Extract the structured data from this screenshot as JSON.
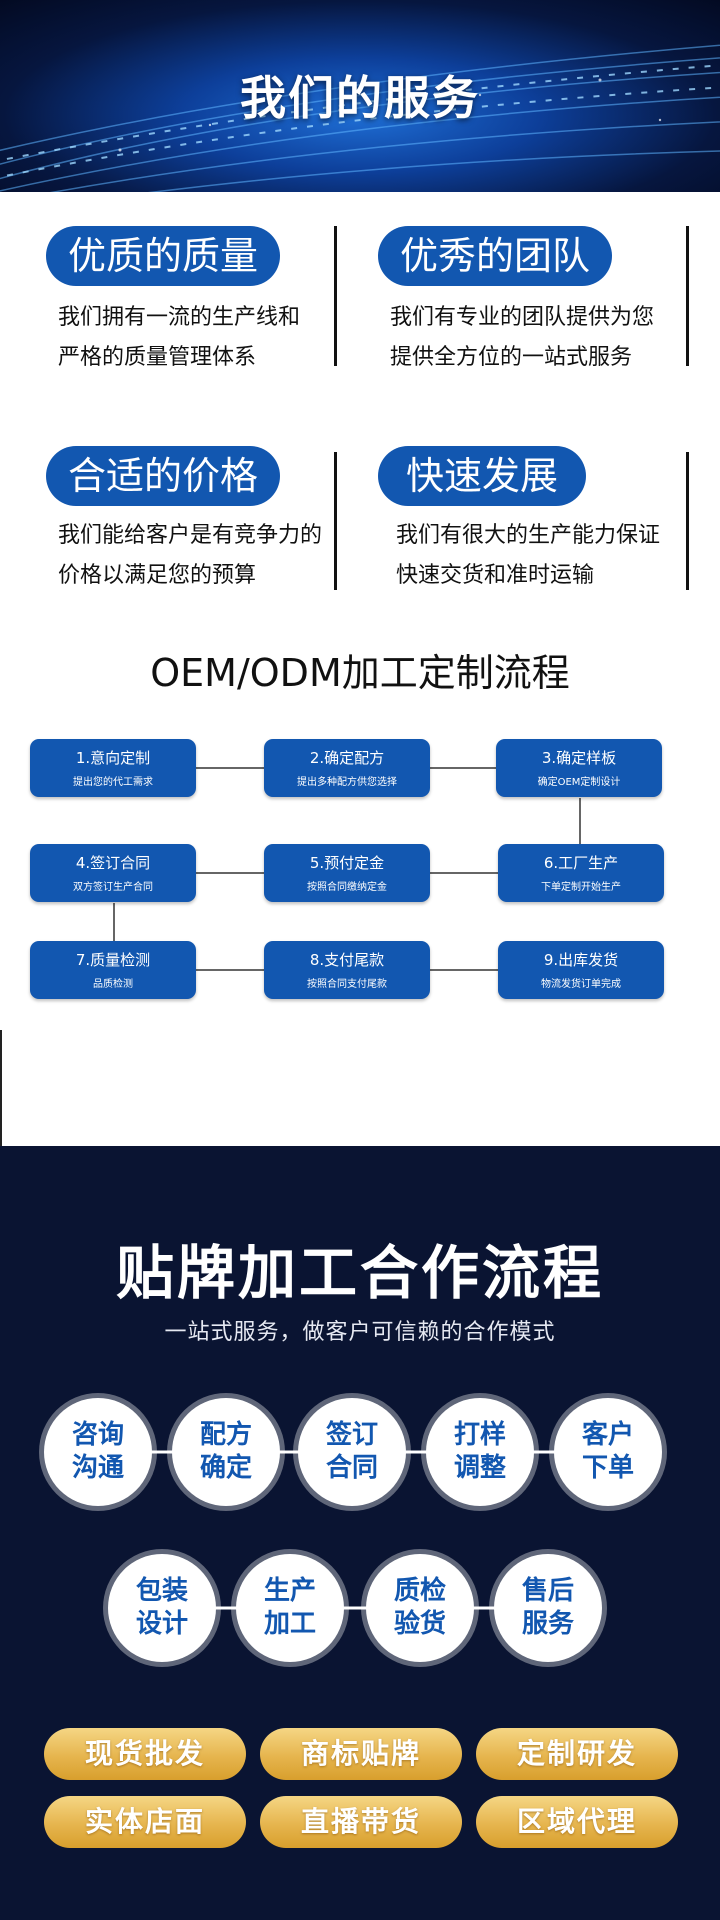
{
  "banner": {
    "title": "我们的服务"
  },
  "features": [
    {
      "title": "优质的质量",
      "line1": "我们拥有一流的生产线和",
      "line2": "严格的质量管理体系"
    },
    {
      "title": "优秀的团队",
      "line1": "我们有专业的团队提供为您",
      "line2": "提供全方位的一站式服务"
    },
    {
      "title": "合适的价格",
      "line1": "我们能给客户是有竞争力的",
      "line2": "价格以满足您的预算"
    },
    {
      "title": "快速发展",
      "line1": "我们有很大的生产能力保证",
      "line2": "快速交货和准时运输"
    }
  ],
  "oem": {
    "title": "OEM/ODM加工定制流程",
    "steps": [
      {
        "title": "1.意向定制",
        "sub": "提出您的代工需求"
      },
      {
        "title": "2.确定配方",
        "sub": "提出多种配方供您选择"
      },
      {
        "title": "3.确定样板",
        "sub": "确定OEM定制设计"
      },
      {
        "title": "4.签订合同",
        "sub": "双方签订生产合同"
      },
      {
        "title": "5.预付定金",
        "sub": "按照合同缴纳定金"
      },
      {
        "title": "6.工厂生产",
        "sub": "下单定制开始生产"
      },
      {
        "title": "7.质量检测",
        "sub": "品质检测"
      },
      {
        "title": "8.支付尾款",
        "sub": "按照合同支付尾款"
      },
      {
        "title": "9.出库发货",
        "sub": "物流发货订单完成"
      }
    ]
  },
  "cooperation": {
    "title": "贴牌加工合作流程",
    "subtitle": "一站式服务，做客户可信赖的合作模式",
    "row1": [
      {
        "l1": "咨询",
        "l2": "沟通"
      },
      {
        "l1": "配方",
        "l2": "确定"
      },
      {
        "l1": "签订",
        "l2": "合同"
      },
      {
        "l1": "打样",
        "l2": "调整"
      },
      {
        "l1": "客户",
        "l2": "下单"
      }
    ],
    "row2": [
      {
        "l1": "包装",
        "l2": "设计"
      },
      {
        "l1": "生产",
        "l2": "加工"
      },
      {
        "l1": "质检",
        "l2": "验货"
      },
      {
        "l1": "售后",
        "l2": "服务"
      }
    ],
    "services": [
      "现货批发",
      "商标贴牌",
      "定制研发",
      "实体店面",
      "直播带货",
      "区域代理"
    ]
  },
  "colors": {
    "brand_blue": "#1257b0",
    "dark_navy": "#0a1432",
    "gold": "#e6b54e"
  }
}
